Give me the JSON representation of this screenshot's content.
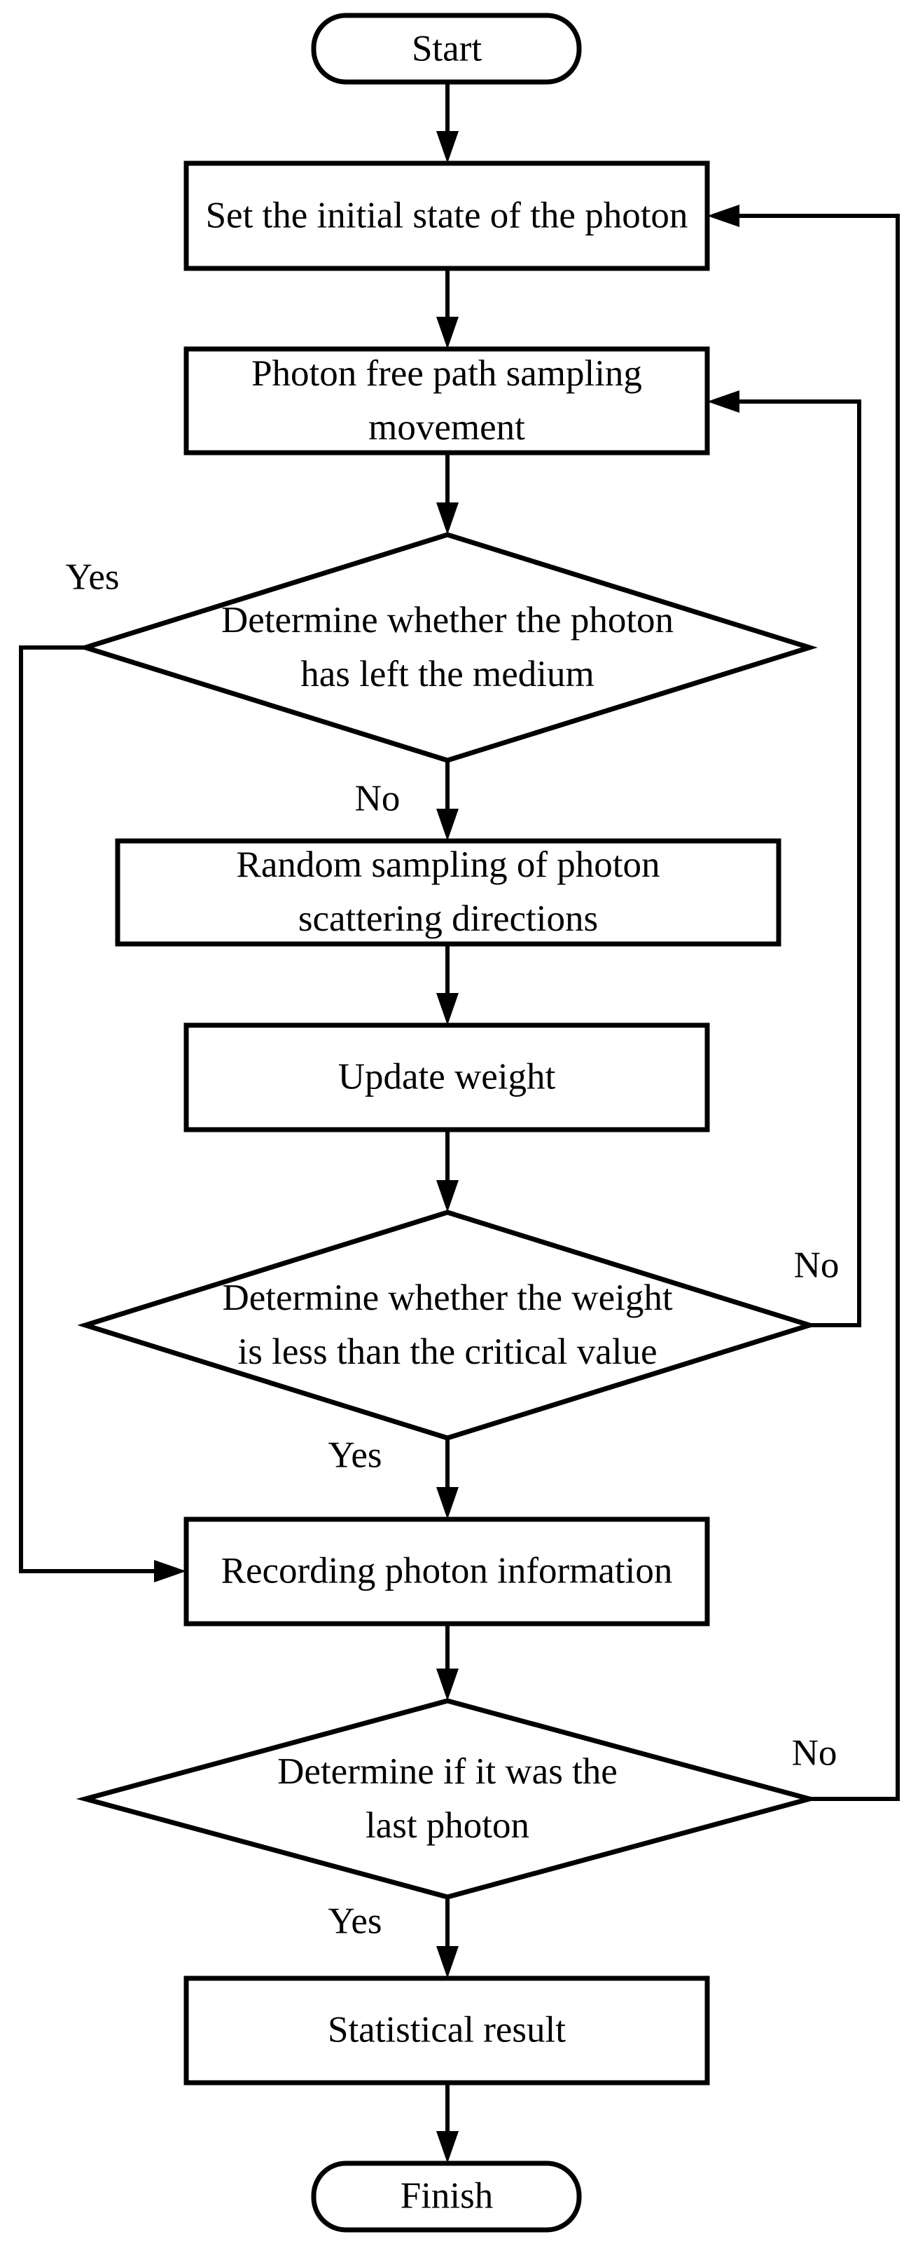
{
  "colors": {
    "background": "#ffffff",
    "stroke": "#000000",
    "text": "#000000"
  },
  "flowchart": {
    "nodes": {
      "start": {
        "type": "terminator",
        "label": "Start"
      },
      "set_initial": {
        "type": "process",
        "label": "Set the initial state of the photon"
      },
      "free_path": {
        "type": "process",
        "label": "Photon free path sampling movement"
      },
      "left_medium": {
        "type": "decision",
        "label": "Determine whether the photon has left the medium"
      },
      "random_scatter": {
        "type": "process",
        "label": "Random sampling of photon scattering directions"
      },
      "update_weight": {
        "type": "process",
        "label": "Update weight"
      },
      "weight_critical": {
        "type": "decision",
        "label": "Determine whether the weight is less than the critical value"
      },
      "recording": {
        "type": "process",
        "label": "Recording photon information"
      },
      "last_photon": {
        "type": "decision",
        "label": "Determine if it was the last photon"
      },
      "statistical": {
        "type": "process",
        "label": "Statistical result"
      },
      "finish": {
        "type": "terminator",
        "label": "Finish"
      }
    },
    "edge_labels": {
      "left_medium_yes": "Yes",
      "left_medium_no": "No",
      "weight_critical_no": "No",
      "weight_critical_yes": "Yes",
      "last_photon_no": "No",
      "last_photon_yes": "Yes"
    }
  }
}
